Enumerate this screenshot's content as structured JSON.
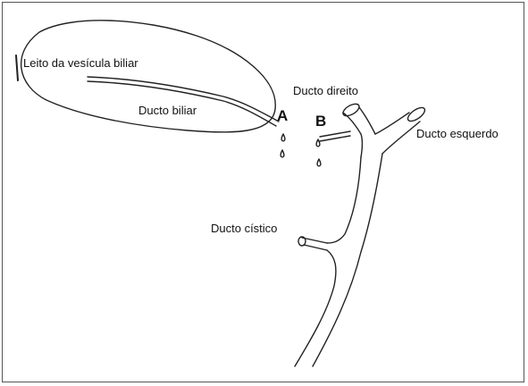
{
  "labels": {
    "gallbladder_bed": "Leito da vesícula biliar",
    "bile_duct": "Ducto biliar",
    "right_duct": "Ducto direito",
    "left_duct": "Ducto esquerdo",
    "cystic_duct": "Ducto cístico"
  },
  "markers": {
    "a": "A",
    "b": "B"
  },
  "colors": {
    "ink": "#222222",
    "frame": "#555555",
    "background": "#ffffff"
  }
}
